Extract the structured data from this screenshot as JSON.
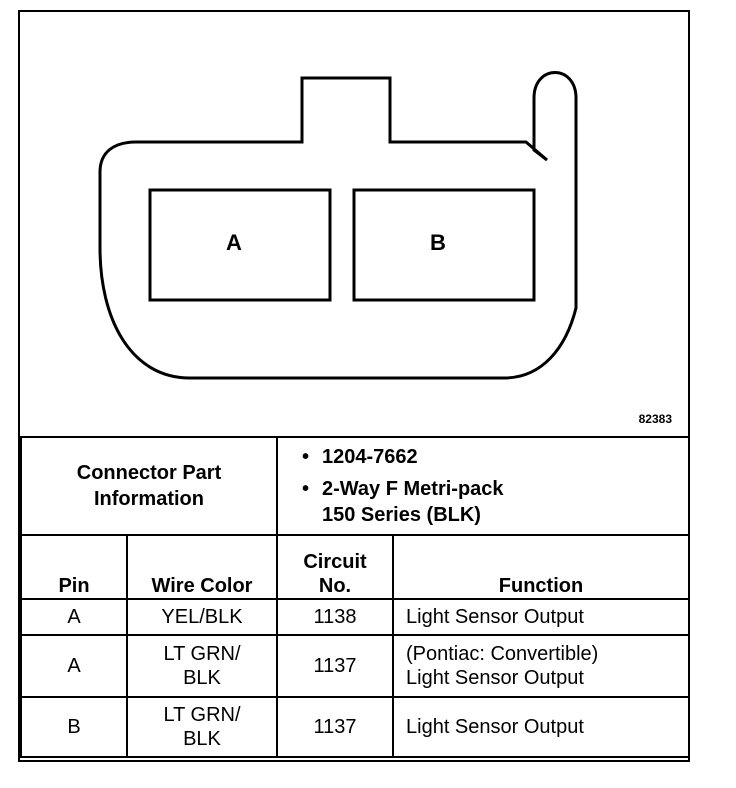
{
  "figure": {
    "id": "82383",
    "pin_labels": [
      "A",
      "B"
    ]
  },
  "connector_info": {
    "title_line1": "Connector Part",
    "title_line2": "Information",
    "bullets": [
      "1204-7662",
      "2-Way F Metri-pack",
      "150 Series (BLK)"
    ]
  },
  "table": {
    "headers": {
      "pin": "Pin",
      "wire_color": "Wire Color",
      "circuit_line1": "Circuit",
      "circuit_line2": "No.",
      "function": "Function"
    },
    "rows": [
      {
        "pin": "A",
        "wire_line1": "YEL/BLK",
        "wire_line2": "",
        "circuit": "1138",
        "function_line1": "Light Sensor Output",
        "function_line2": ""
      },
      {
        "pin": "A",
        "wire_line1": "LT GRN/",
        "wire_line2": "BLK",
        "circuit": "1137",
        "function_line1": "(Pontiac: Convertible)",
        "function_line2": "Light Sensor Output"
      },
      {
        "pin": "B",
        "wire_line1": "LT GRN/",
        "wire_line2": "BLK",
        "circuit": "1137",
        "function_line1": "Light Sensor Output",
        "function_line2": ""
      }
    ]
  }
}
